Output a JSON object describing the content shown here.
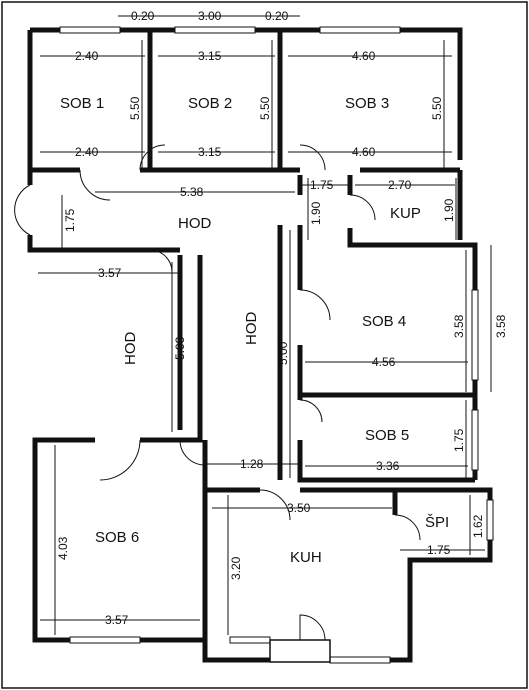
{
  "rooms": {
    "sob1": "SOB 1",
    "sob2": "SOB 2",
    "sob3": "SOB 3",
    "sob4": "SOB 4",
    "sob5": "SOB 5",
    "sob6": "SOB 6",
    "kup": "KUP",
    "kuh": "KUH",
    "spi": "ŠPI",
    "hod_top": "HOD",
    "hod_left": "HOD",
    "hod_center": "HOD"
  },
  "dimensions": {
    "top_wall_a": "0.20",
    "top_span": "3.00",
    "top_wall_b": "0.20",
    "sob1_width_top": "2.40",
    "sob1_width_bottom": "2.40",
    "sob1_depth": "5.50",
    "sob2_width_top": "3.15",
    "sob2_width_bottom": "3.15",
    "sob2_depth": "5.50",
    "sob3_width_top": "4.60",
    "sob3_width_bottom": "4.60",
    "sob3_depth": "5.50",
    "hod_width": "5.38",
    "passage_width": "1.75",
    "kup_width": "2.70",
    "kup_depth": "1.90",
    "passage_depth": "1.90",
    "entry_width": "1.75",
    "hod_left_width": "3.57",
    "hod_left_depth": "5.03",
    "hod_center_depth": "5.00",
    "sob4_depth": "3.58",
    "sob4_outer_depth": "3.58",
    "sob4_width": "4.56",
    "sob5_depth": "1.75",
    "sob5_width": "3.36",
    "hod_link_width": "1.28",
    "kuh_width": "3.50",
    "kuh_depth": "3.20",
    "spi_depth": "1.62",
    "spi_width": "1.75",
    "sob6_depth": "4.03",
    "sob6_width": "3.57"
  }
}
